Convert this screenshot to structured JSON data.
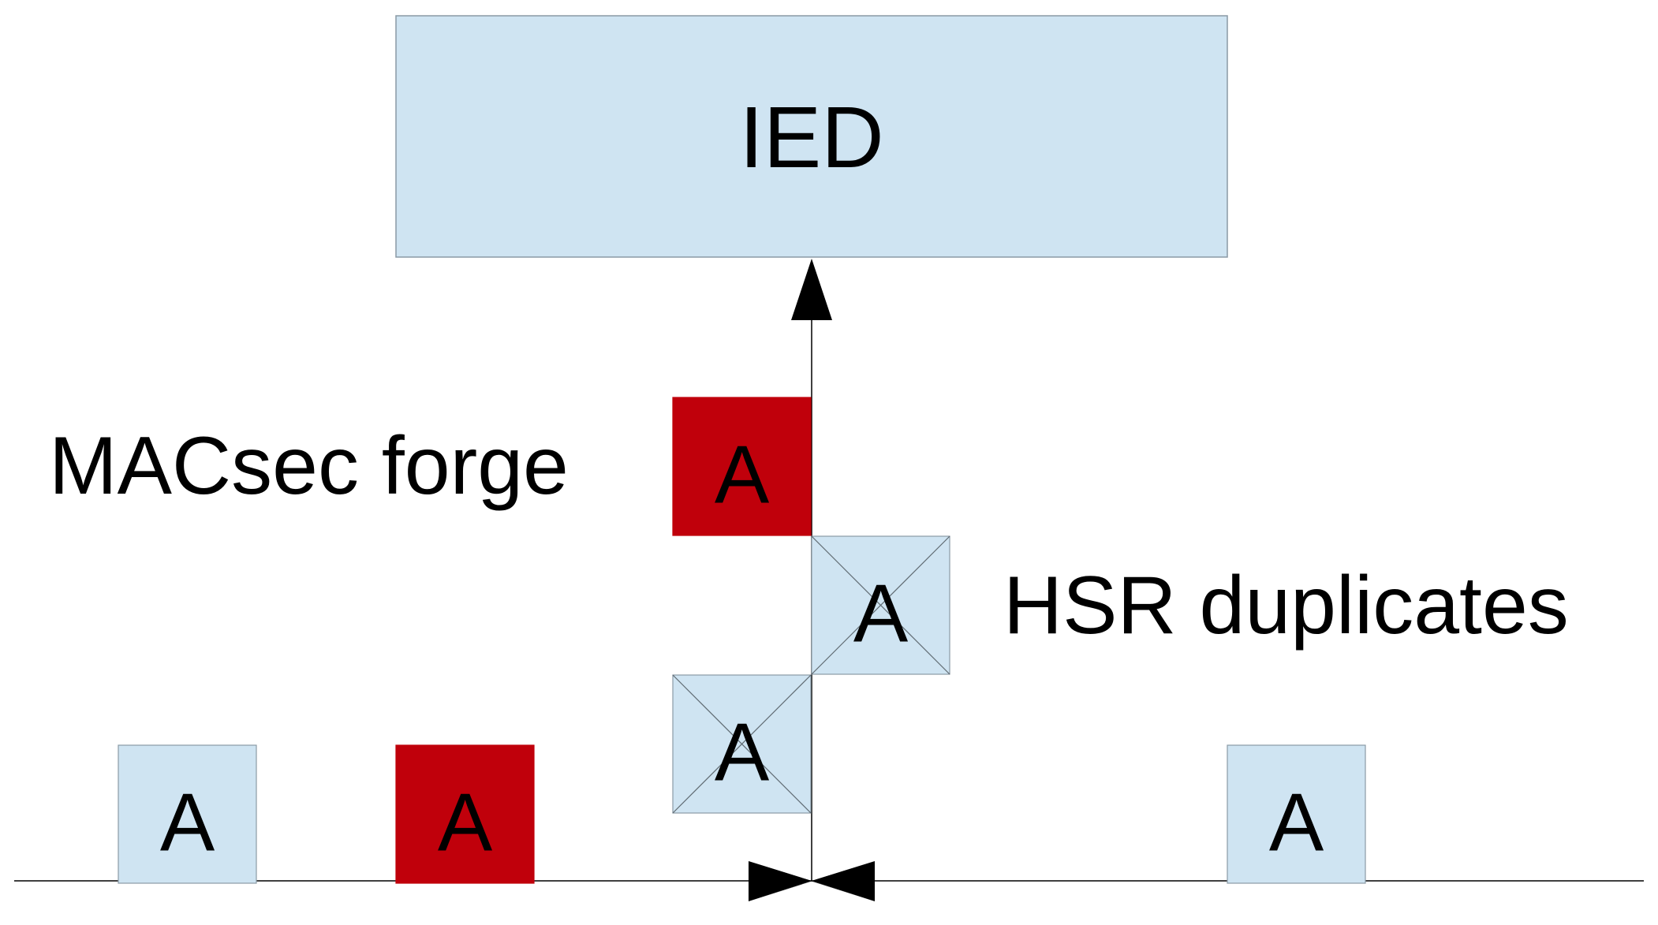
{
  "ied": {
    "label": "IED"
  },
  "labels": {
    "macsec_forge": "MACsec forge",
    "hsr_duplicates": "HSR duplicates"
  },
  "frames": [
    {
      "name": "frame-left-normal",
      "label": "A",
      "kind": "normal",
      "crossed": false
    },
    {
      "name": "frame-left-forged",
      "label": "A",
      "kind": "forged",
      "crossed": false
    },
    {
      "name": "frame-duplicate-lower",
      "label": "A",
      "kind": "normal",
      "crossed": true
    },
    {
      "name": "frame-duplicate-upper",
      "label": "A",
      "kind": "normal",
      "crossed": true
    },
    {
      "name": "frame-forged-forwarded",
      "label": "A",
      "kind": "forged",
      "crossed": false
    },
    {
      "name": "frame-right-normal",
      "label": "A",
      "kind": "normal",
      "crossed": false
    }
  ],
  "colors": {
    "normal_fill": "#cfe4f2",
    "normal_stroke": "#8a9aa5",
    "forged_fill": "#c0000b",
    "line": "#000000",
    "text": "#000000"
  }
}
